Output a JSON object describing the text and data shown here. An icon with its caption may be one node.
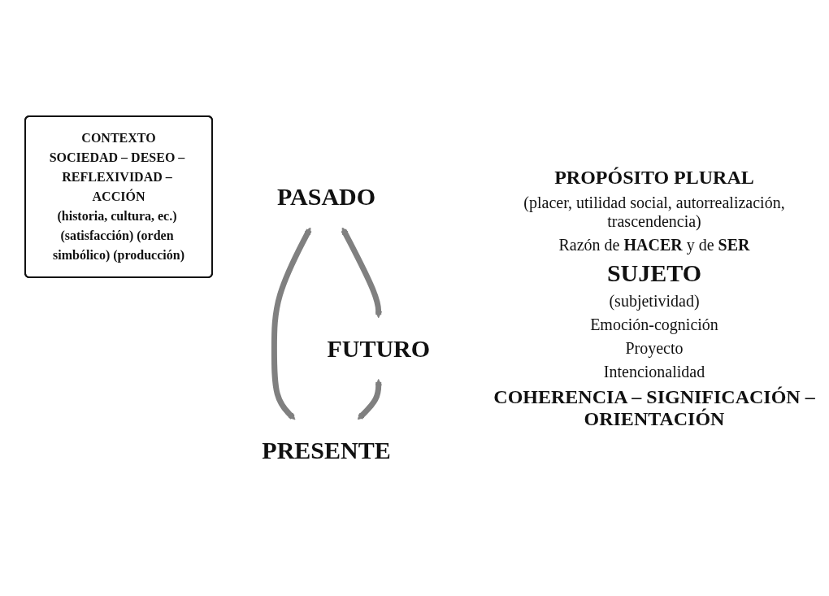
{
  "diagram": {
    "nodes": [
      {
        "text": [
          "CONTEXTO",
          "SOCIEDAD – DESEO – REFLEXIVIDAD – ACCIÓN",
          "(historia, cultura, ec.) (satisfacción) (orden simbólico) (producción)"
        ]
      },
      {
        "text": [
          "PASADO"
        ]
      },
      {
        "text": [
          "FUTURO"
        ]
      },
      {
        "text": [
          "PRESENTE"
        ]
      }
    ],
    "edges": [
      {
        "from": 1,
        "to": 2,
        "arrow": "both"
      },
      {
        "from": 1,
        "to": 3,
        "arrow": "both"
      },
      {
        "from": 2,
        "to": 3,
        "arrow": "both"
      }
    ],
    "labels": [
      "PROPÓSITO PLURAL",
      "(placer, utilidad social, autorrealización, trascendencia)",
      "Razón de **HACER** y de **SER**",
      "SUJETO",
      "(subjetividad)",
      "Emoción-cognición",
      "Proyecto",
      "Intencionalidad",
      "COHERENCIA – SIGNIFICACIÓN – ORIENTACIÓN"
    ]
  }
}
